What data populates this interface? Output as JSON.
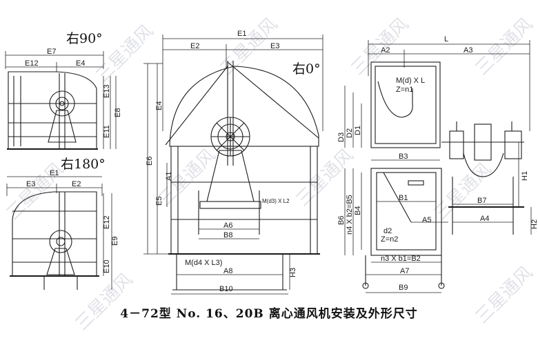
{
  "caption": "4－72型 No. 16、20B 离心通风机安装及外形尺寸",
  "watermark": "三星通风",
  "orientations": {
    "r90": "右90°",
    "r0": "右0°",
    "r180": "右180°"
  },
  "left_top_labels": {
    "E7": "E7",
    "E12": "E12",
    "E4": "E4",
    "E13": "E13",
    "E8": "E8",
    "E11": "E11"
  },
  "left_bottom_labels": {
    "E1": "E1",
    "E3": "E3",
    "E2": "E2",
    "E12": "E12",
    "E9": "E9",
    "E10": "E10"
  },
  "center_labels": {
    "E1": "E1",
    "E2": "E2",
    "E3": "E3",
    "E4": "E4",
    "E6": "E6",
    "A1": "A1",
    "E5": "E5",
    "bolt_small": "M(d3) X L2",
    "A6": "A6",
    "B8": "B8",
    "bolt_large": "M(d4 X L3)",
    "A8": "A8",
    "H3": "H3",
    "B10": "B10"
  },
  "right_labels": {
    "L": "L",
    "A2": "A2",
    "A3": "A3",
    "bolt_top": "M(d) X L",
    "z_n1": "Z=n1",
    "D3": "D3",
    "D2": "D2",
    "D1": "D1",
    "B3": "B3",
    "B6": "B6",
    "n4b2": "n4 X b2=B5",
    "B4": "B4",
    "B1": "B1",
    "d2": "d2",
    "z_n2": "Z=n2",
    "A5": "A5",
    "n3b1": "n3 X b1=B2",
    "A7": "A7",
    "B9": "B9",
    "B7": "B7",
    "A4": "A4",
    "H1": "H1",
    "H2": "H2"
  }
}
